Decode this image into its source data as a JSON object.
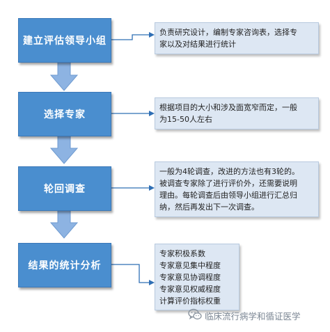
{
  "steps": [
    {
      "label": "建立评估领导小组"
    },
    {
      "label": "选择专家"
    },
    {
      "label": "轮回调查"
    },
    {
      "label": "结果的统计分析"
    }
  ],
  "notes": [
    {
      "lines": [
        "负责研究设计，编制专家咨询表，选择专",
        "家以及对结果进行统计"
      ]
    },
    {
      "lines": [
        "根据项目的大小和涉及面宽窄而定，一般",
        "为15-50人左右"
      ]
    },
    {
      "lines": [
        "一般为4轮调查，改进的方法也有3轮的。",
        "被调查专家除了进行评价外，还需要说明",
        "理由。每轮调查后由领导小组进行汇总归",
        "纳，然后再发出下一次调查。"
      ]
    },
    {
      "lines": [
        "专家积极系数",
        "专家意见集中程度",
        "专家意见协调程度",
        "专家意见权威程度",
        "计算评价指标权重"
      ]
    }
  ],
  "watermark": {
    "text": "临床流行病学和循证医学",
    "icon": "wechat-icon"
  },
  "colors": {
    "box_fill": "#4a8ecf",
    "note_fill": "#dde7f3",
    "arrow_fill": "#8db3e2",
    "connector": "#2f6fb5"
  }
}
